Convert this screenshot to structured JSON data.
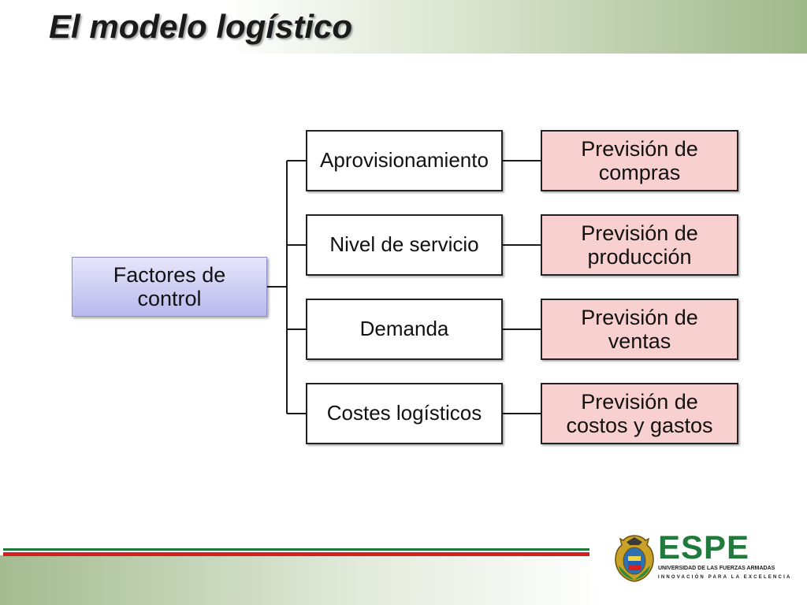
{
  "slide": {
    "title": "El modelo logístico"
  },
  "diagram": {
    "root": "Factores de control",
    "factors": [
      {
        "label": "Aprovisionamiento",
        "forecast": "Previsión de compras"
      },
      {
        "label": "Nivel de servicio",
        "forecast": "Previsión de producción"
      },
      {
        "label": "Demanda",
        "forecast": "Previsión de ventas"
      },
      {
        "label": "Costes logísticos",
        "forecast": "Previsión de costos y gastos"
      }
    ]
  },
  "logo": {
    "name": "ESPE",
    "subtitle": "UNIVERSIDAD DE LAS FUERZAS ARMADAS",
    "tagline": "INNOVACIÓN PARA LA EXCELENCIA"
  },
  "colors": {
    "root_fill": "#c9c9f3",
    "leaf_fill": "#f9d0d0",
    "brand_green": "#1f7a3b",
    "brand_red": "#d62020"
  }
}
